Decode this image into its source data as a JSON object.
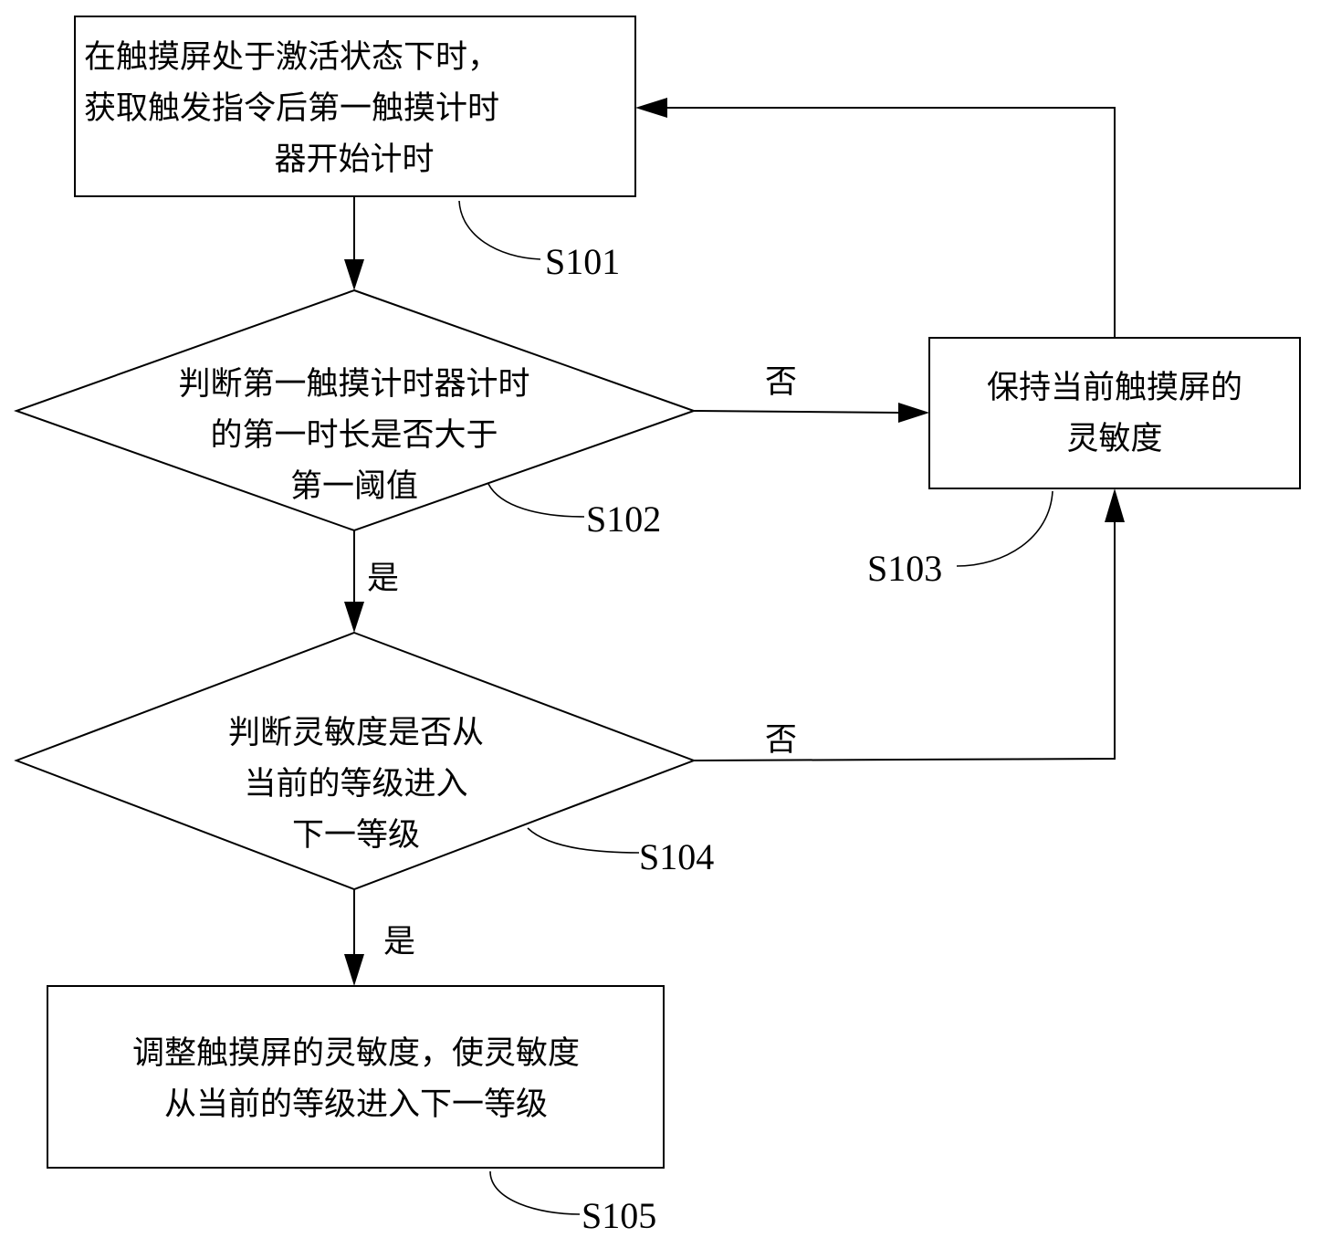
{
  "nodes": {
    "s101": {
      "lines": [
        "在触摸屏处于激活状态下时，",
        "获取触发指令后第一触摸计时",
        "器开始计时"
      ],
      "step": "S101"
    },
    "s102": {
      "lines": [
        "判断第一触摸计时器计时",
        "的第一时长是否大于",
        "第一阈值"
      ],
      "step": "S102"
    },
    "s103": {
      "lines": [
        "保持当前触摸屏的",
        "灵敏度"
      ],
      "step": "S103"
    },
    "s104": {
      "lines": [
        "判断灵敏度是否从",
        "当前的等级进入",
        "下一等级"
      ],
      "step": "S104"
    },
    "s105": {
      "lines": [
        "调整触摸屏的灵敏度，使灵敏度",
        "从当前的等级进入下一等级"
      ],
      "step": "S105"
    }
  },
  "edges": {
    "s102_no": "否",
    "s102_yes": "是",
    "s104_no": "否",
    "s104_yes": "是"
  }
}
